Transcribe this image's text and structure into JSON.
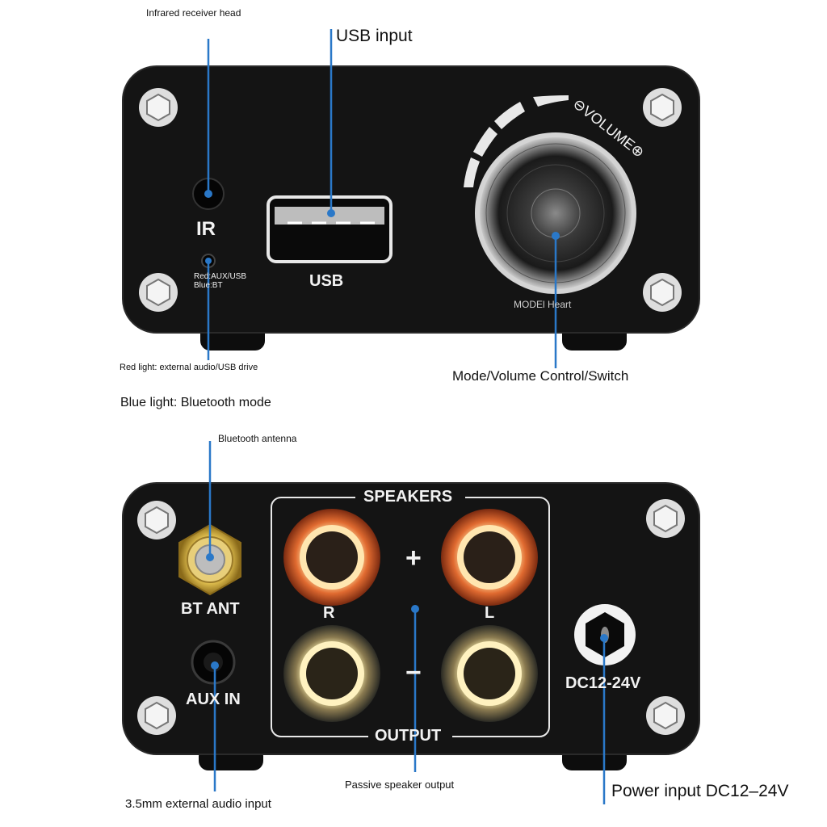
{
  "callouts": {
    "ir_head": "Infrared receiver head",
    "usb_input": "USB input",
    "red_light": "Red light: external audio/USB drive",
    "mode_volume": "Mode/Volume Control/Switch",
    "blue_light": "Blue light: Bluetooth mode",
    "bt_antenna": "Bluetooth antenna",
    "aux_input": "3.5mm external audio input",
    "passive_output": "Passive speaker output",
    "power_input": "Power input DC12–24V"
  },
  "front_panel": {
    "ir_label": "IR",
    "led_line1": "Red:AUX/USB",
    "led_line2": "Blue:BT",
    "usb_label": "USB",
    "volume_arc": "⊖VOLUME⊕",
    "knob_caption": "MODEl Heart"
  },
  "rear_panel": {
    "speakers_title": "SPEAKERS",
    "output_title": "OUTPUT",
    "plus_sign": "+",
    "minus_sign": "−",
    "right_channel": "R",
    "left_channel": "L",
    "bt_ant_label": "BT ANT",
    "aux_in_label": "AUX IN",
    "dc_label": "DC12-24V"
  },
  "colors": {
    "pointer_blue": "#2a78c8",
    "panel_black": "#151515",
    "red_terminal": "#c44a22",
    "gold_connector": "#d9b84a"
  }
}
